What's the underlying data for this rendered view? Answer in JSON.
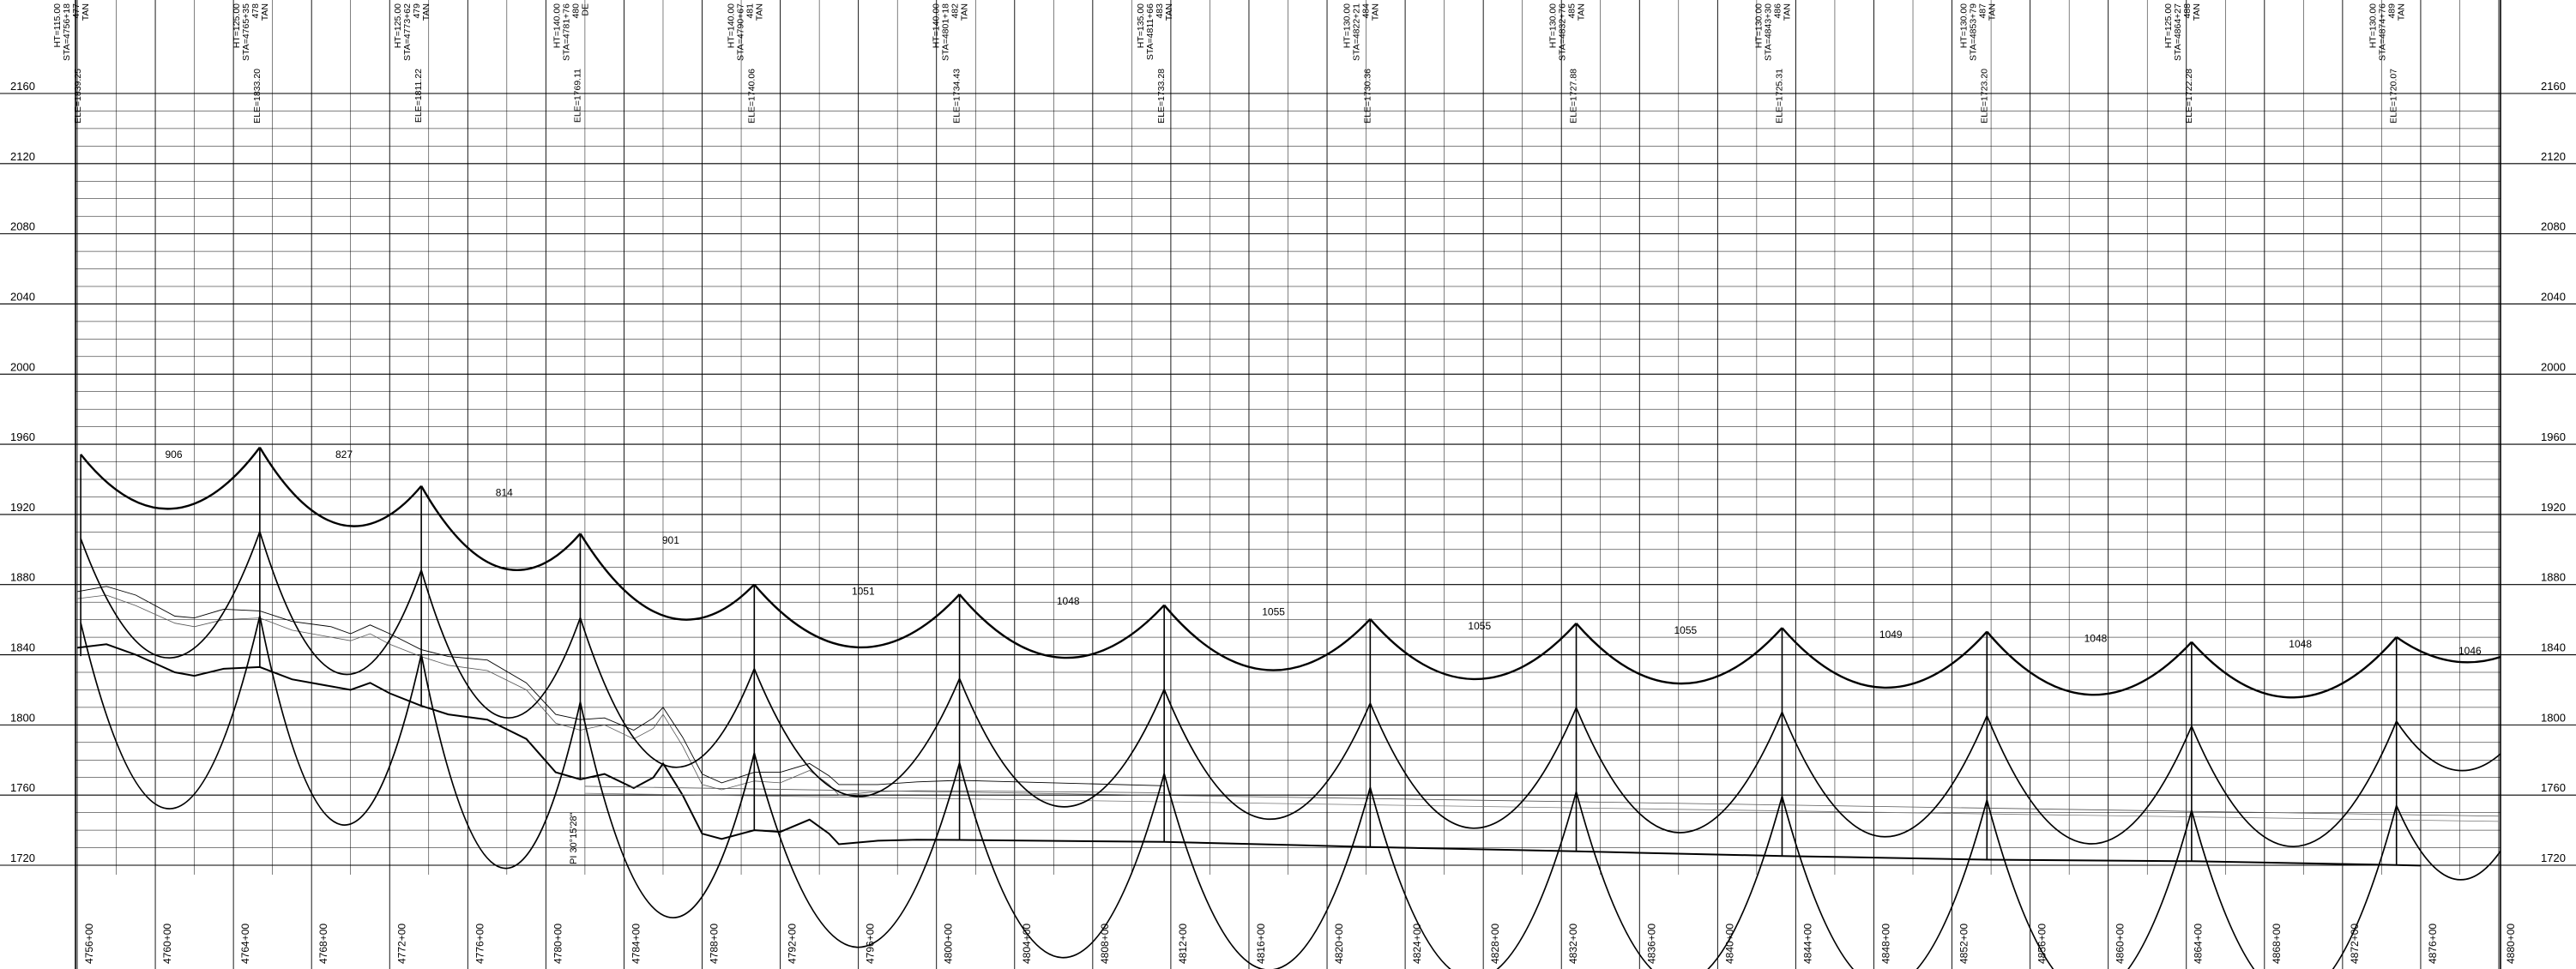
{
  "elevation_labels": [
    "2160",
    "2120",
    "2080",
    "2040",
    "2000",
    "1960",
    "1920",
    "1880",
    "1840",
    "1800",
    "1760",
    "1720"
  ],
  "station_labels": [
    "4756+00",
    "4760+00",
    "4764+00",
    "4768+00",
    "4772+00",
    "4776+00",
    "4780+00",
    "4784+00",
    "4788+00",
    "4792+00",
    "4796+00",
    "4800+00",
    "4804+00",
    "4808+00",
    "4812+00",
    "4816+00",
    "4820+00",
    "4824+00",
    "4828+00",
    "4832+00",
    "4836+00",
    "4840+00",
    "4844+00",
    "4848+00",
    "4852+00",
    "4856+00",
    "4860+00",
    "4864+00",
    "4868+00",
    "4872+00",
    "4876+00",
    "4880+00"
  ],
  "structures": [
    {
      "num": "477",
      "sta": "STA=4756+18",
      "ele": "ELE=1839.25",
      "ht": "HT=115.00",
      "type": "TAN"
    },
    {
      "num": "478",
      "sta": "STA=4765+35",
      "ele": "ELE=1833.20",
      "ht": "HT=125.00",
      "type": "TAN"
    },
    {
      "num": "479",
      "sta": "STA=4773+62",
      "ele": "ELE=1811.22",
      "ht": "HT=125.00",
      "type": "TAN"
    },
    {
      "num": "480",
      "sta": "STA=4781+76",
      "ele": "ELE=1769.11",
      "ht": "HT=140.00",
      "type": "DE"
    },
    {
      "num": "481",
      "sta": "STA=4790+67",
      "ele": "ELE=1740.06",
      "ht": "HT=140.00",
      "type": "TAN"
    },
    {
      "num": "482",
      "sta": "STA=4801+18",
      "ele": "ELE=1734.43",
      "ht": "HT=140.00",
      "type": "TAN"
    },
    {
      "num": "483",
      "sta": "STA=4811+66",
      "ele": "ELE=1733.28",
      "ht": "HT=135.00",
      "type": "TAN"
    },
    {
      "num": "484",
      "sta": "STA=4822+21",
      "ele": "ELE=1730.36",
      "ht": "HT=130.00",
      "type": "TAN"
    },
    {
      "num": "485",
      "sta": "STA=4832+76",
      "ele": "ELE=1727.88",
      "ht": "HT=130.00",
      "type": "TAN"
    },
    {
      "num": "486",
      "sta": "STA=4843+30",
      "ele": "ELE=1725.31",
      "ht": "HT=130.00",
      "type": "TAN"
    },
    {
      "num": "487",
      "sta": "STA=4853+79",
      "ele": "ELE=1723.20",
      "ht": "HT=130.00",
      "type": "TAN"
    },
    {
      "num": "488",
      "sta": "STA=4864+27",
      "ele": "ELE=1722.28",
      "ht": "HT=125.00",
      "type": "TAN"
    },
    {
      "num": "489",
      "sta": "STA=4874+76",
      "ele": "ELE=1720.07",
      "ht": "HT=130.00",
      "type": "TAN"
    }
  ],
  "span_labels": [
    "906",
    "827",
    "814",
    "901",
    "1051",
    "1048",
    "1055",
    "1055",
    "1055",
    "1049",
    "1048",
    "1048",
    "1046"
  ],
  "pi_label": "PI 30°15'28\""
}
